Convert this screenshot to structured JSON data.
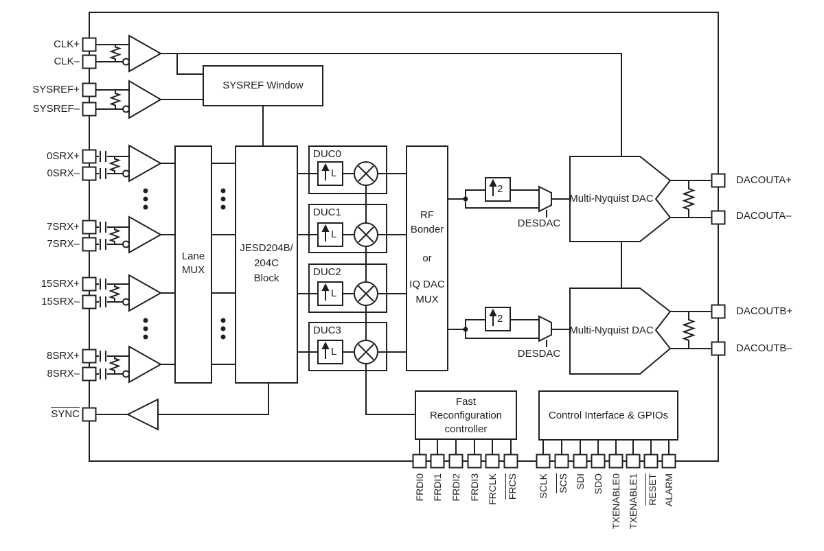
{
  "left_pins": [
    {
      "label": "CLK+"
    },
    {
      "label": "CLK–"
    },
    {
      "label": "SYSREF+"
    },
    {
      "label": "SYSREF–"
    },
    {
      "label": "0SRX+"
    },
    {
      "label": "0SRX–"
    },
    {
      "label": "7SRX+"
    },
    {
      "label": "7SRX–"
    },
    {
      "label": "15SRX+"
    },
    {
      "label": "15SRX–"
    },
    {
      "label": "8SRX+"
    },
    {
      "label": "8SRX–"
    },
    {
      "label": "SYNC",
      "overline": true
    }
  ],
  "right_pins": [
    {
      "label": "DACOUTA+"
    },
    {
      "label": "DACOUTA–"
    },
    {
      "label": "DACOUTB+"
    },
    {
      "label": "DACOUTB–"
    }
  ],
  "bottom_pins": [
    {
      "label": "FRDI0"
    },
    {
      "label": "FRDI1"
    },
    {
      "label": "FRDI2"
    },
    {
      "label": "FRDI3"
    },
    {
      "label": "FRCLK"
    },
    {
      "label": "FRCS",
      "overline": true
    },
    {
      "label": "SCLK"
    },
    {
      "label": "SCS",
      "overline": true
    },
    {
      "label": "SDI"
    },
    {
      "label": "SDO"
    },
    {
      "label": "TXENABLE0"
    },
    {
      "label": "TXENABLE1"
    },
    {
      "label": "RESET",
      "overline": true
    },
    {
      "label": "ALARM"
    }
  ],
  "blocks": {
    "sysref_window": "SYSREF Window",
    "lane_mux": {
      "line1": "Lane",
      "line2": "MUX"
    },
    "jesd": {
      "line1": "JESD204B/",
      "line2": "204C",
      "line3": "Block"
    },
    "ducs": [
      {
        "label": "DUC0"
      },
      {
        "label": "DUC1"
      },
      {
        "label": "DUC2"
      },
      {
        "label": "DUC3"
      }
    ],
    "interp_l": "L",
    "interp_2": "2",
    "rf_bonder": {
      "line1": "RF",
      "line2": "Bonder",
      "line3": "or",
      "line4": "IQ DAC",
      "line5": "MUX"
    },
    "desdac": "DESDAC",
    "dac": "Multi-Nyquist DAC",
    "frc": {
      "line1": "Fast",
      "line2": "Reconfiguration",
      "line3": "controller"
    },
    "control_interface": "Control Interface & GPIOs"
  },
  "colors": {
    "line": "#1f1f1f",
    "background": "#ffffff"
  }
}
